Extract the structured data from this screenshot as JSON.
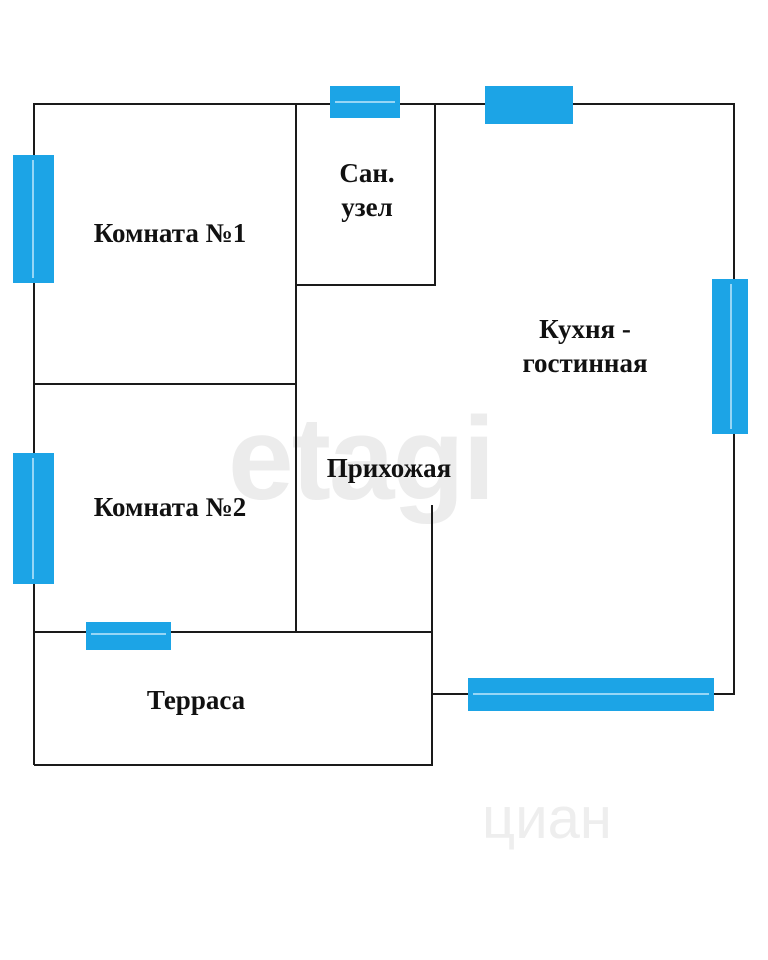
{
  "rooms": {
    "room1": "Комната №1",
    "bathroom_line1": "Сан.",
    "bathroom_line2": "узел",
    "kitchen_line1": "Кухня -",
    "kitchen_line2": "гостинная",
    "hallway": "Прихожая",
    "room2": "Комната №2",
    "terrace": "Терраса"
  },
  "watermarks": {
    "etagi": "etagi",
    "cian": "циан"
  },
  "colors": {
    "window": "#1ca4e6",
    "wall": "#1a1a1a"
  }
}
